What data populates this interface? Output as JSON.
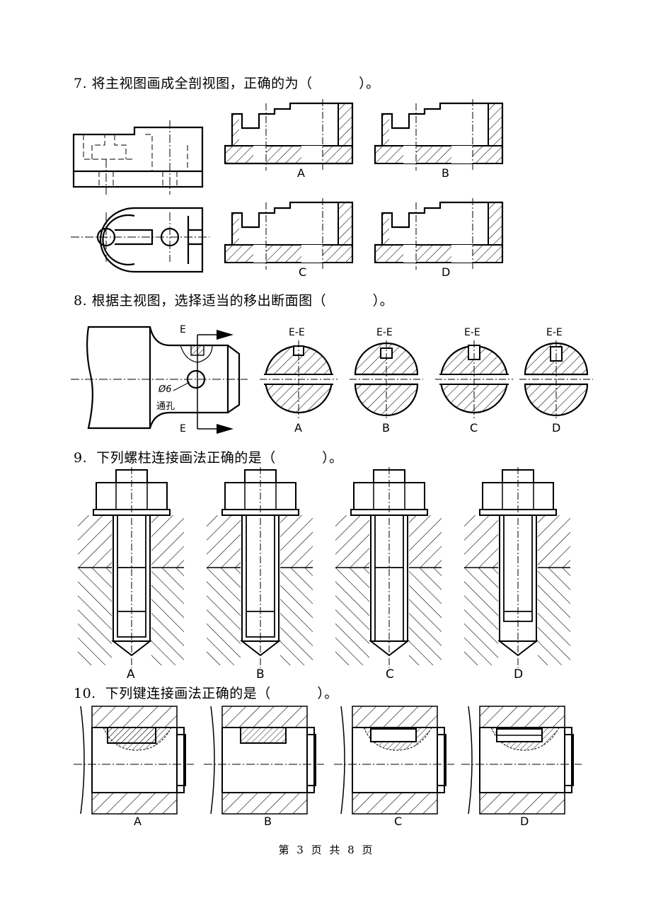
{
  "questions": {
    "q7": {
      "text": "7. 将主视图画成全剖视图，正确的为（          ）。",
      "options": [
        "A",
        "B",
        "C",
        "D"
      ]
    },
    "q8": {
      "text": "8. 根据主视图，选择适当的移出断面图（          ）。",
      "section_label": "E",
      "dim_label": "Ø6",
      "hole_label": "通孔",
      "section_titles": [
        "E-E",
        "E-E",
        "E-E",
        "E-E"
      ],
      "options": [
        "A",
        "B",
        "C",
        "D"
      ]
    },
    "q9": {
      "text": "9.  下列螺柱连接画法正确的是（          ）。",
      "options": [
        "A",
        "B",
        "C",
        "D"
      ]
    },
    "q10": {
      "text": "10.  下列键连接画法正确的是（          ）。",
      "options": [
        "A",
        "B",
        "C",
        "D"
      ]
    }
  },
  "footer": {
    "text": "第 3 页 共 8 页"
  }
}
